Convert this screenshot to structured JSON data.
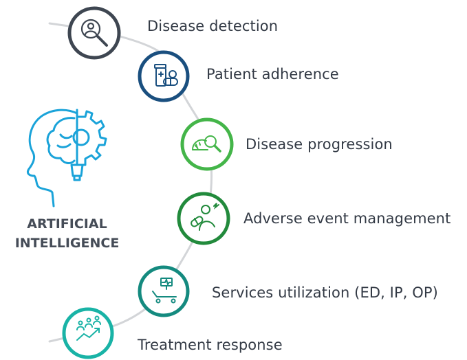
{
  "center": {
    "title_line1": "ARTIFICIAL",
    "title_line2": "INTELLIGENCE",
    "icon": "ai-head-brain-gear-icon",
    "color": "#1aa3d9"
  },
  "connector_color": "#d3d5d8",
  "nodes": [
    {
      "label": "Disease detection",
      "icon": "magnifier-user-icon",
      "color": "#3e4651"
    },
    {
      "label": "Patient adherence",
      "icon": "pill-bottle-capsule-icon",
      "color": "#1a4f7f"
    },
    {
      "label": "Disease progression",
      "icon": "gauge-magnifier-icon",
      "color": "#44b549"
    },
    {
      "label": "Adverse event management",
      "icon": "patient-pill-alert-icon",
      "color": "#228a3c"
    },
    {
      "label": "Services utilization (ED, IP, OP)",
      "icon": "hospital-bed-monitor-icon",
      "color": "#148a7f"
    },
    {
      "label": "Treatment response",
      "icon": "people-trend-arrow-icon",
      "color": "#19b3a6"
    }
  ]
}
